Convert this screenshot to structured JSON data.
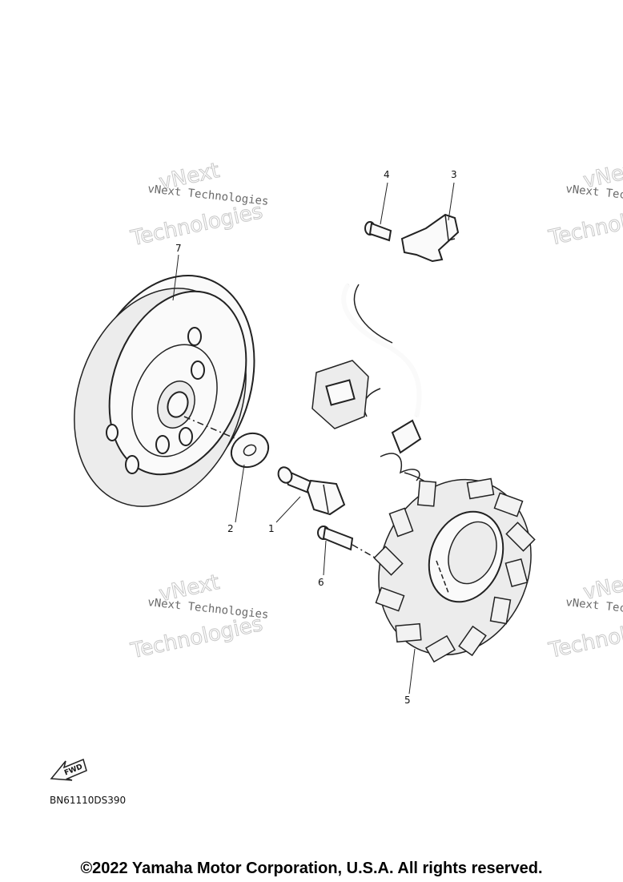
{
  "watermark": {
    "text": "vNext Technologies",
    "line1": "vNext",
    "line2": "Technologies"
  },
  "callouts": {
    "c1": "1",
    "c2": "2",
    "c3": "3",
    "c4": "4",
    "c5": "5",
    "c6": "6",
    "c7": "7"
  },
  "fwd_label": "FWD",
  "diagram_code": "BN61110DS390",
  "copyright": "©2022 Yamaha Motor Corporation, U.S.A. All rights reserved."
}
